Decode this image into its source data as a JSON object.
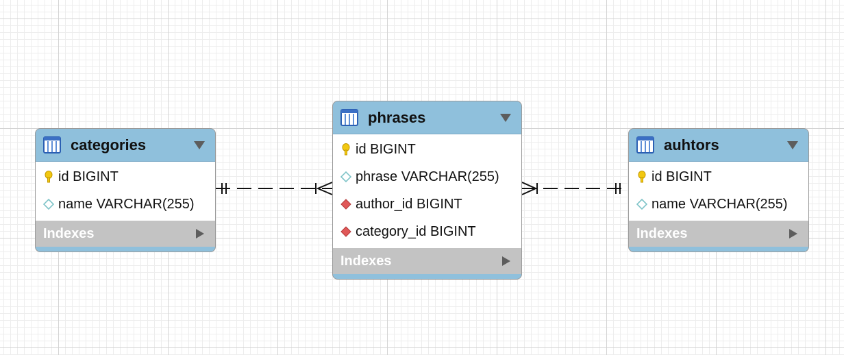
{
  "diagram": {
    "entities": [
      {
        "id": "categories",
        "name": "categories",
        "columns": [
          {
            "name": "id BIGINT",
            "kind": "primary-key"
          },
          {
            "name": "name VARCHAR(255)",
            "kind": "column"
          }
        ],
        "indexes_label": "Indexes"
      },
      {
        "id": "phrases",
        "name": "phrases",
        "columns": [
          {
            "name": "id BIGINT",
            "kind": "primary-key"
          },
          {
            "name": "phrase VARCHAR(255)",
            "kind": "column"
          },
          {
            "name": "author_id BIGINT",
            "kind": "foreign-key"
          },
          {
            "name": "category_id BIGINT",
            "kind": "foreign-key"
          }
        ],
        "indexes_label": "Indexes"
      },
      {
        "id": "auhtors",
        "name": "auhtors",
        "columns": [
          {
            "name": "id BIGINT",
            "kind": "primary-key"
          },
          {
            "name": "name VARCHAR(255)",
            "kind": "column"
          }
        ],
        "indexes_label": "Indexes"
      }
    ],
    "relationships": [
      {
        "from": "categories",
        "to": "phrases",
        "from_cardinality": "one-and-only-one",
        "to_cardinality": "one-or-many",
        "line_style": "dashed"
      },
      {
        "from": "phrases",
        "to": "auhtors",
        "from_cardinality": "one-or-many",
        "to_cardinality": "one-and-only-one",
        "line_style": "dashed"
      }
    ]
  },
  "colors": {
    "header_background": "#8fc0dc",
    "indexes_background": "#c3c3c3",
    "primary_key_icon": "#f2c811",
    "foreign_key_icon": "#e05858",
    "column_icon": "#7fc4c8",
    "connector_line": "#111111"
  }
}
